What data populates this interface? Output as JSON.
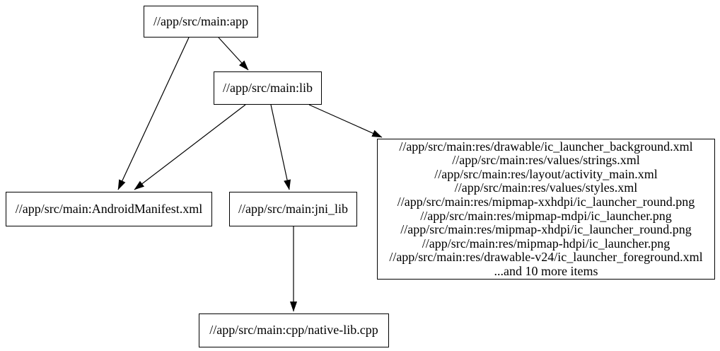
{
  "colors": {
    "background": "#ffffff",
    "node_border": "#000000",
    "node_fill": "#ffffff",
    "edge": "#000000",
    "text": "#000000"
  },
  "graph": {
    "type": "directed-dependency-graph",
    "nodes": {
      "app": {
        "label": "//app/src/main:app"
      },
      "lib": {
        "label": "//app/src/main:lib"
      },
      "manifest": {
        "label": "//app/src/main:AndroidManifest.xml"
      },
      "jni_lib": {
        "label": "//app/src/main:jni_lib"
      },
      "native": {
        "label": "//app/src/main:cpp/native-lib.cpp"
      },
      "resources": {
        "lines": [
          "//app/src/main:res/drawable/ic_launcher_background.xml",
          "//app/src/main:res/values/strings.xml",
          "//app/src/main:res/layout/activity_main.xml",
          "//app/src/main:res/values/styles.xml",
          "//app/src/main:res/mipmap-xxhdpi/ic_launcher_round.png",
          "//app/src/main:res/mipmap-mdpi/ic_launcher.png",
          "//app/src/main:res/mipmap-xhdpi/ic_launcher_round.png",
          "//app/src/main:res/mipmap-hdpi/ic_launcher.png",
          "//app/src/main:res/drawable-v24/ic_launcher_foreground.xml",
          "...and 10 more items"
        ]
      }
    },
    "edges": [
      {
        "from": "app",
        "to": "manifest"
      },
      {
        "from": "app",
        "to": "lib"
      },
      {
        "from": "lib",
        "to": "manifest"
      },
      {
        "from": "lib",
        "to": "jni_lib"
      },
      {
        "from": "lib",
        "to": "resources"
      },
      {
        "from": "jni_lib",
        "to": "native"
      }
    ]
  }
}
